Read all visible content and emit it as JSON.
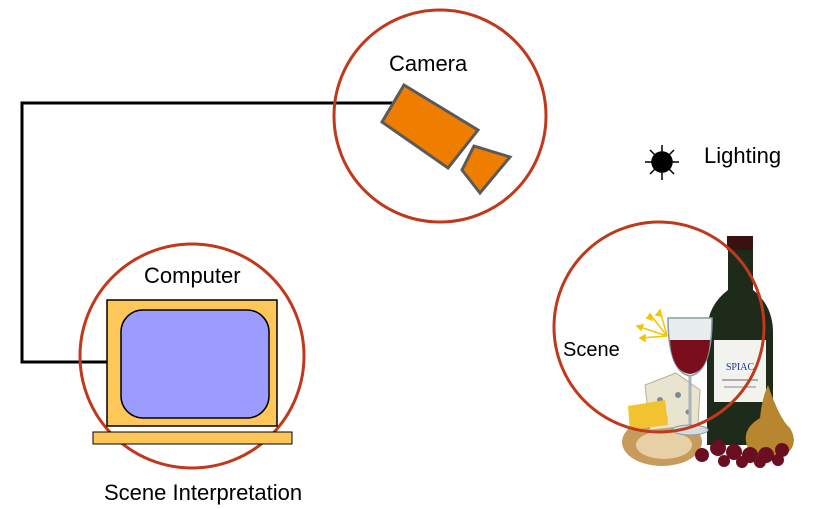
{
  "labels": {
    "camera": "Camera",
    "computer": "Computer",
    "lighting": "Lighting",
    "scene": "Scene",
    "caption": "Scene Interpretation"
  },
  "bottle_label_text": "SPIAC",
  "colors": {
    "circle_stroke": "#c0391b",
    "camera_fill": "#ee7d00",
    "camera_stroke": "#5a5a5a",
    "monitor_frame": "#ffc65a",
    "monitor_screen": "#9c9cff",
    "wire": "#000000",
    "light_rays": "#f5c400",
    "wine": "#7a0e1c",
    "bottle": "#1e2a1a"
  },
  "icons": {
    "camera": "video-camera-icon",
    "lighting": "sun-bulb-icon",
    "computer": "computer-monitor-icon",
    "scene": "wine-and-cheese-photo"
  }
}
